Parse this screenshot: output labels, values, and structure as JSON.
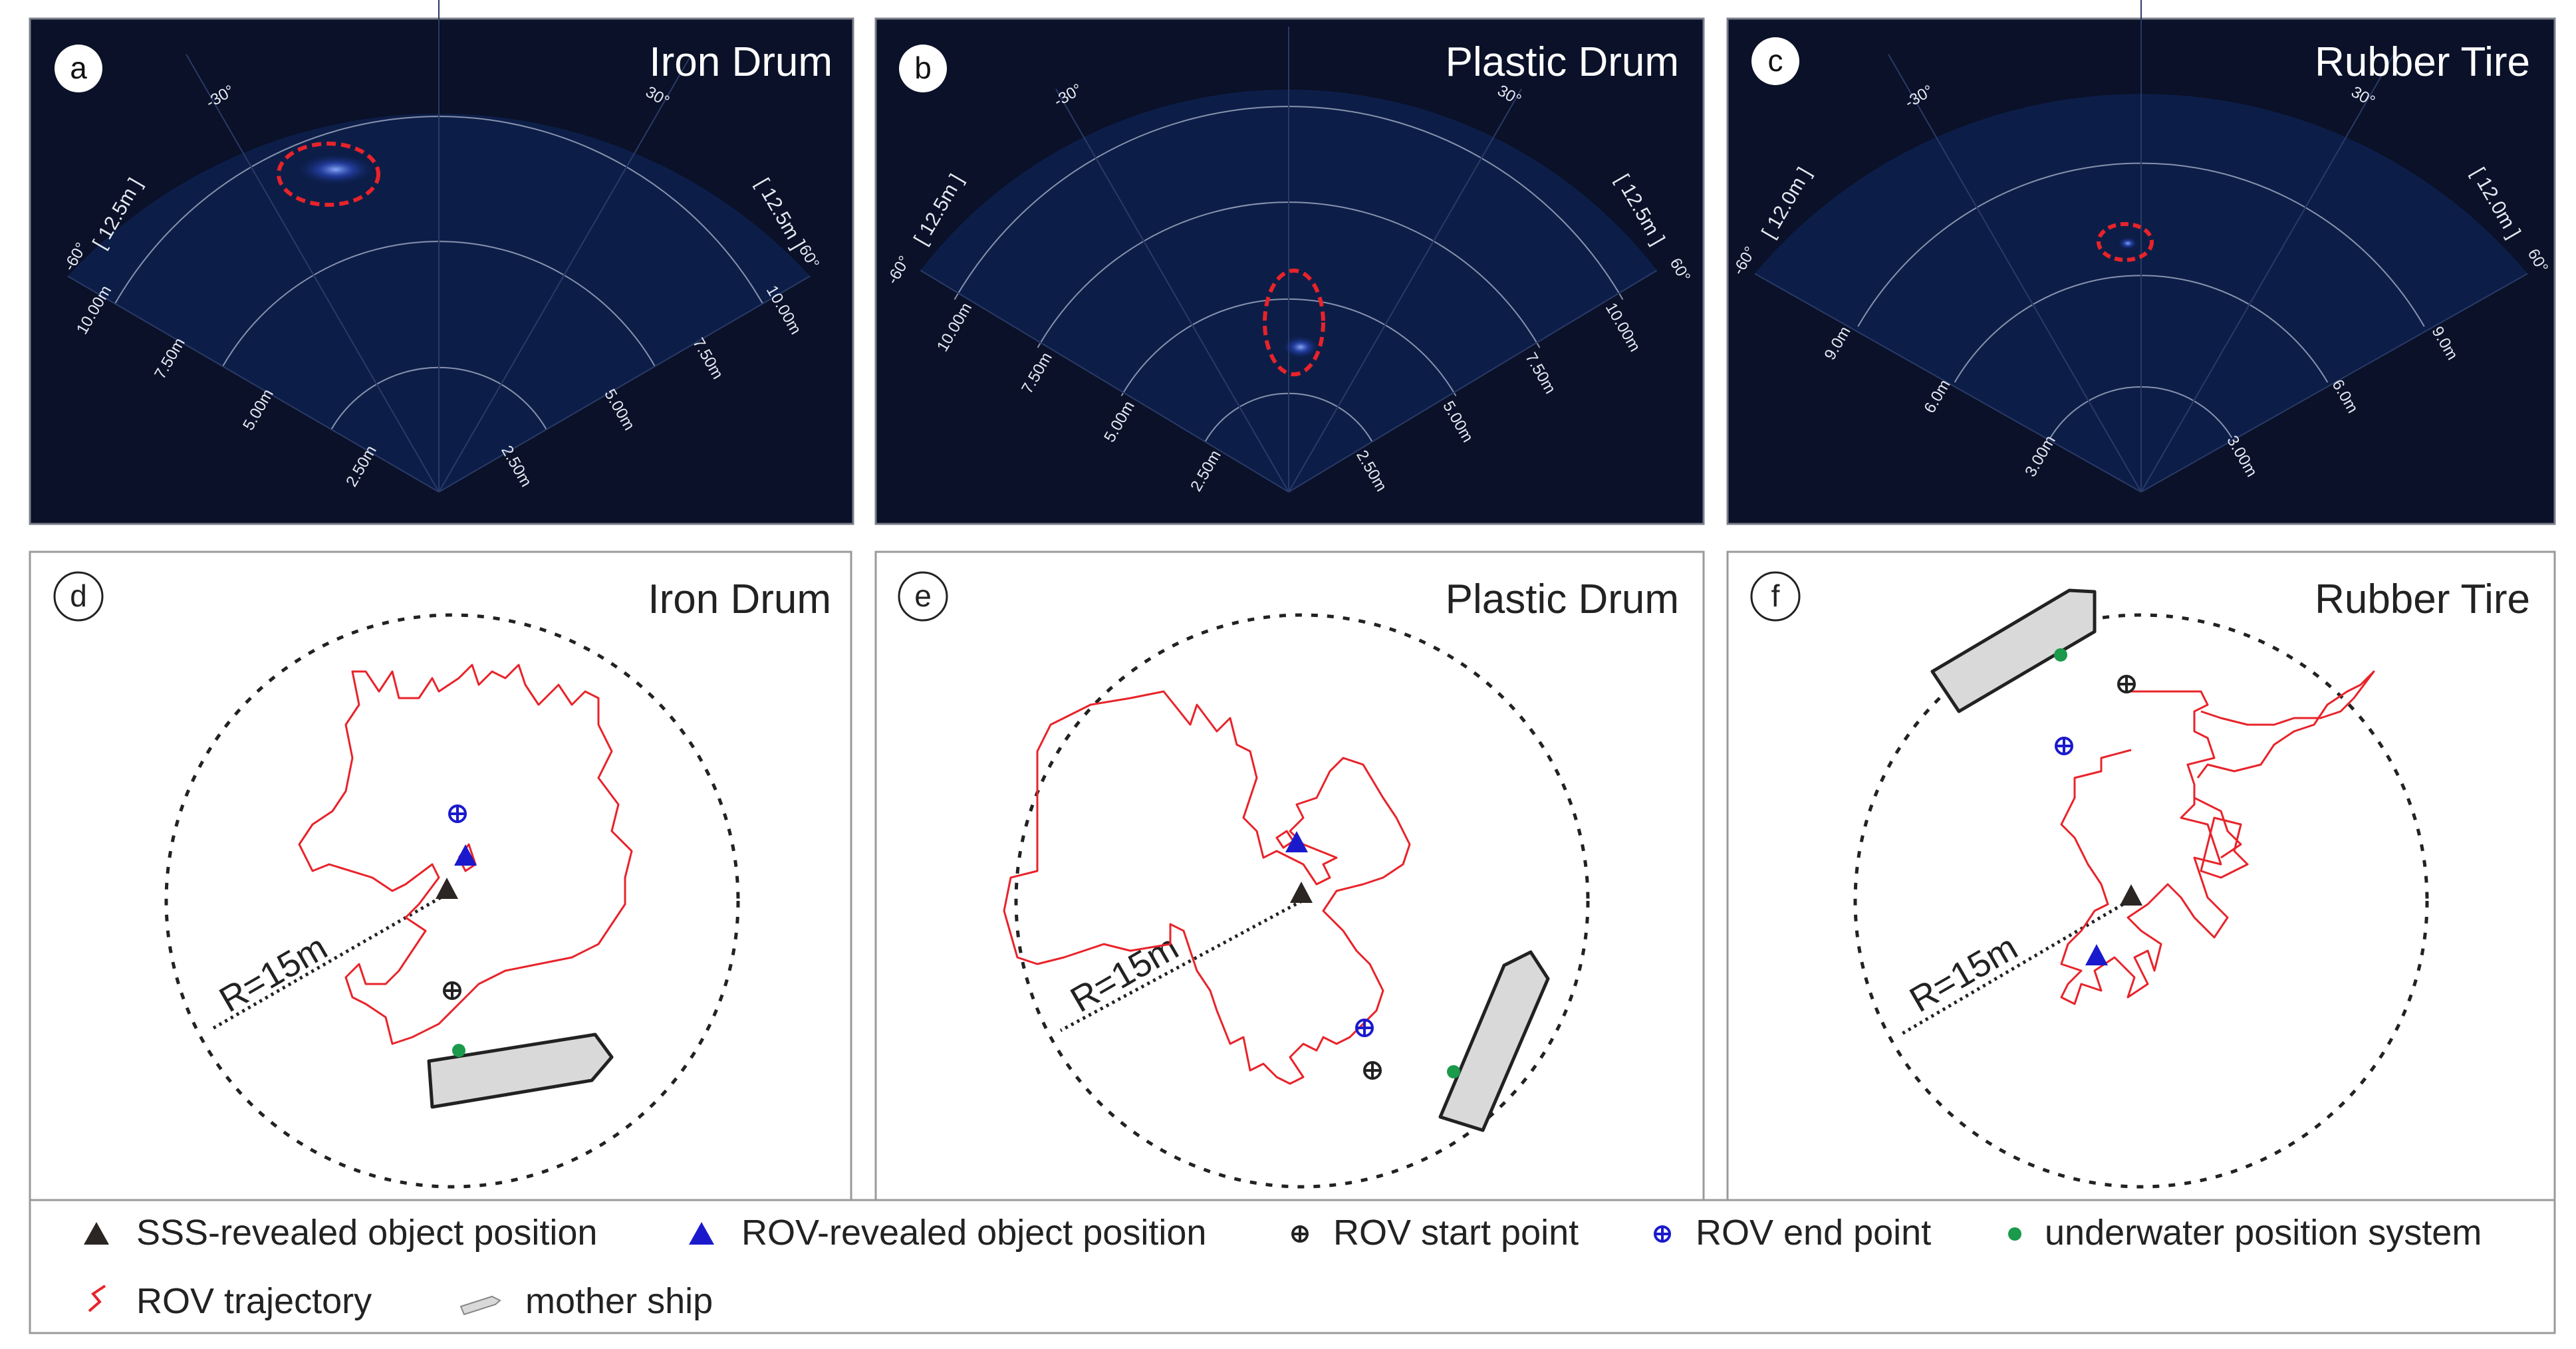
{
  "sonar_panels": [
    {
      "letter": "a",
      "title": "Iron Drum",
      "angle_left": "-60°",
      "angle_right": "60°",
      "angle_mid_left": "-30°",
      "angle_mid_right": "30°",
      "range_left": "[ 12.5m ]",
      "range_right": "[ 12.5m ]",
      "rings": [
        "2.50m",
        "5.00m",
        "7.50m",
        "10.00m"
      ]
    },
    {
      "letter": "b",
      "title": "Plastic Drum",
      "angle_left": "-60°",
      "angle_right": "60°",
      "angle_mid_left": "-30°",
      "angle_mid_right": "30°",
      "range_left": "[ 12.5m ]",
      "range_right": "[ 12.5m ]",
      "rings": [
        "2.50m",
        "5.00m",
        "7.50m",
        "10.00m"
      ]
    },
    {
      "letter": "c",
      "title": "Rubber Tire",
      "angle_left": "-60°",
      "angle_right": "60°",
      "angle_mid_left": "-30°",
      "angle_mid_right": "30°",
      "range_left": "[ 12.0m ]",
      "range_right": "[ 12.0m ]",
      "rings": [
        "3.00m",
        "6.0m",
        "9.0m"
      ]
    }
  ],
  "map_panels": [
    {
      "letter": "d",
      "title": "Iron Drum",
      "radius_label": "R=15m"
    },
    {
      "letter": "e",
      "title": "Plastic Drum",
      "radius_label": "R=15m"
    },
    {
      "letter": "f",
      "title": "Rubber Tire",
      "radius_label": "R=15m"
    }
  ],
  "legend": {
    "sss": "SSS-revealed object position",
    "rov_obj": "ROV-revealed object position",
    "start": "ROV start point",
    "end": "ROV end point",
    "ups": "underwater position system",
    "traj": "ROV trajectory",
    "ship": "mother ship"
  },
  "colors": {
    "sonar_bg": "#0a1128",
    "trajectory": "#e8232a",
    "rov_marker": "#1a1acc",
    "sss_marker": "#2b2523",
    "ups_marker": "#1a9a4a",
    "ship_fill": "#d8d9d8"
  }
}
